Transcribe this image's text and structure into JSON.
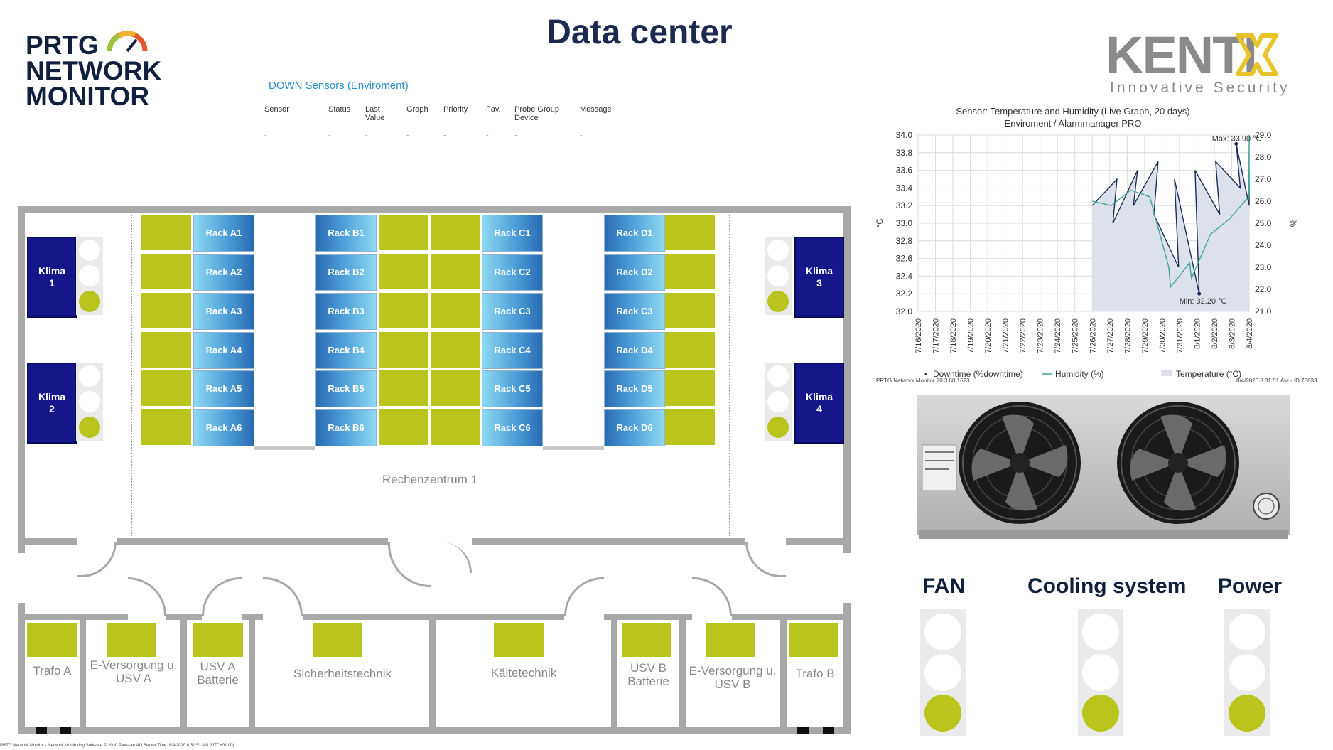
{
  "page": {
    "title": "Data center"
  },
  "prtg_logo": {
    "line1": "PRTG",
    "line2": "NETWORK",
    "line3": "MONITOR"
  },
  "kentix_logo": {
    "word": "KENTI",
    "tagline": "Innovative Security"
  },
  "sensor_table": {
    "title": "DOWN Sensors (Enviroment)",
    "columns": [
      "Sensor",
      "Status",
      "Last Value",
      "Graph",
      "Priority",
      "Fav.",
      "Probe Group Device",
      "Message"
    ],
    "rows": [
      [
        "-",
        "-",
        "-",
        "-",
        "-",
        "-",
        "-",
        "-"
      ]
    ]
  },
  "floorplan": {
    "klima": [
      "Klima 1",
      "Klima 2",
      "Klima 3",
      "Klima 4"
    ],
    "racks": {
      "A": [
        "Rack A1",
        "Rack A2",
        "Rack A3",
        "Rack A4",
        "Rack A5",
        "Rack A6"
      ],
      "B": [
        "Rack B1",
        "Rack B2",
        "Rack B3",
        "Rack B4",
        "Rack B5",
        "Rack B6"
      ],
      "C": [
        "Rack C1",
        "Rack C2",
        "Rack C3",
        "Rack C4",
        "Rack C5",
        "Rack C6"
      ],
      "D": [
        "Rack D1",
        "Rack D2",
        "Rack C3",
        "Rack D4",
        "Rack D5",
        "Rack D6"
      ]
    },
    "room_main": "Rechenzentrum 1",
    "rooms": {
      "trafo_a": "Trafo A",
      "eversorgung_a": "E-Versorgung u. USV A",
      "usv_a": "USV A Batterie",
      "sicherheit": "Sicherheitstechnik",
      "kaelte": "Kältetechnik",
      "usv_b": "USV B Batterie",
      "eversorgung_b": "E-Versorgung u. USV B",
      "trafo_b": "Trafo B"
    },
    "status_color_ok": "#b9c41c",
    "klima_color": "#14168a"
  },
  "chart": {
    "title": "Sensor: Temperature and Humidity (Live Graph, 20 days)",
    "subtitle": "Enviroment / Alarmmanager PRO",
    "y_left_label": "°C",
    "y_right_label": "%",
    "y_left_ticks": [
      "34.0",
      "33.8",
      "33.6",
      "33.4",
      "33.2",
      "33.0",
      "32.8",
      "32.6",
      "32.4",
      "32.2",
      "32.0"
    ],
    "y_right_ticks": [
      "29.0",
      "28.0",
      "27.0",
      "26.0",
      "25.0",
      "24.0",
      "23.0",
      "22.0",
      "21.0"
    ],
    "x_ticks": [
      "7/16/2020",
      "7/17/2020",
      "7/18/2020",
      "7/19/2020",
      "7/20/2020",
      "7/21/2020",
      "7/22/2020",
      "7/23/2020",
      "7/24/2020",
      "7/25/2020",
      "7/26/2020",
      "7/27/2020",
      "7/28/2020",
      "7/29/2020",
      "7/30/2020",
      "7/31/2020",
      "8/1/2020",
      "8/2/2020",
      "8/3/2020",
      "8/4/2020"
    ],
    "max_label": "Max: 33.90 °C",
    "min_label": "Min: 32.20 °C",
    "legend": {
      "downtime": "Downtime (%downtime)",
      "humidity": "Humidity (%)",
      "temperature": "Temperature (°C)"
    },
    "footer_left": "PRTG Network Monitor 20.3.60.1623",
    "footer_right": "8/4/2020 8:31:51 AM - ID 78633"
  },
  "chart_data": {
    "type": "line",
    "title": "Sensor: Temperature and Humidity (Live Graph, 20 days)",
    "xlabel": "",
    "ylim_left": [
      32.0,
      34.0
    ],
    "ylim_right": [
      21.0,
      29.0
    ],
    "x_range": [
      "7/16/2020",
      "8/4/2020"
    ],
    "grid": true,
    "legend_position": "bottom",
    "series": [
      {
        "name": "Temperature (°C)",
        "axis": "left",
        "x": [
          "7/26/2020",
          "7/27/2020",
          "7/27/2020",
          "7/28/2020",
          "7/28/2020",
          "7/29/2020",
          "7/29/2020",
          "7/30/2020",
          "7/30/2020",
          "7/31/2020",
          "7/31/2020",
          "8/1/2020",
          "8/1/2020",
          "8/2/2020",
          "8/2/2020",
          "8/3/2020",
          "8/3/2020",
          "8/4/2020"
        ],
        "values": [
          33.2,
          33.5,
          33.0,
          33.6,
          33.2,
          33.7,
          33.1,
          32.5,
          33.5,
          32.2,
          33.6,
          33.1,
          33.7,
          33.4,
          33.9,
          33.2,
          33.6,
          33.4
        ]
      },
      {
        "name": "Humidity (%)",
        "axis": "right",
        "x": [
          "7/26/2020",
          "7/27/2020",
          "7/28/2020",
          "7/29/2020",
          "7/30/2020",
          "7/30/2020",
          "7/31/2020",
          "7/31/2020",
          "8/1/2020",
          "8/2/2020",
          "8/3/2020",
          "8/3/2020",
          "8/4/2020"
        ],
        "values": [
          26.0,
          25.8,
          26.5,
          26.2,
          23.0,
          22.1,
          23.2,
          22.5,
          24.5,
          25.2,
          26.2,
          29.0,
          26.4
        ]
      }
    ],
    "annotations": [
      "Max: 33.90 °C",
      "Min: 32.20 °C"
    ]
  },
  "status": {
    "fan": {
      "label": "FAN",
      "state": "green"
    },
    "cooling": {
      "label": "Cooling system",
      "state": "green"
    },
    "power": {
      "label": "Power",
      "state": "green"
    }
  },
  "footer": {
    "text": "PRTG Network Monitor - Network Monitoring Software © 2020 Paessler AG  Server Time: 8/4/2020 8:31:51 AM (UTC+01:00)"
  }
}
